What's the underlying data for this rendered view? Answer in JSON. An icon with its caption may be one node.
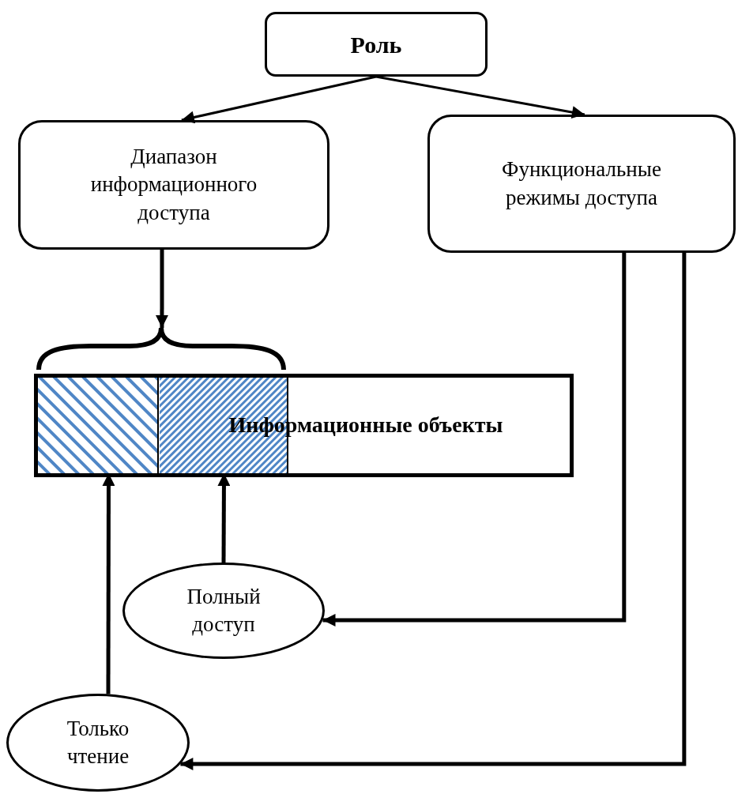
{
  "diagram": {
    "nodes": [
      {
        "text": [
          "Роль"
        ]
      },
      {
        "text": [
          "Диапазон информационного доступа"
        ]
      },
      {
        "text": [
          "Функциональные режимы доступа"
        ]
      },
      {
        "text": [],
        "shape": "brace"
      },
      {
        "text": [
          "Информационные объекты"
        ]
      },
      {
        "text": [],
        "shape": "box",
        "in": 4
      },
      {
        "text": [],
        "shape": "box",
        "in": 4
      },
      {
        "text": [
          "Полный доступ"
        ]
      },
      {
        "text": [
          "Только чтение"
        ]
      }
    ],
    "edges": [
      {
        "from": 0,
        "to": 1,
        "arrow": "to"
      },
      {
        "from": 0,
        "to": 2,
        "arrow": "to"
      },
      {
        "from": 1,
        "to": 3,
        "arrow": "to"
      },
      {
        "from": 7,
        "to": 6,
        "arrow": "to"
      },
      {
        "from": 8,
        "to": 5,
        "arrow": "to"
      },
      {
        "from": 2,
        "to": 7,
        "arrow": "to"
      },
      {
        "from": 2,
        "to": 8,
        "arrow": "to"
      }
    ]
  }
}
